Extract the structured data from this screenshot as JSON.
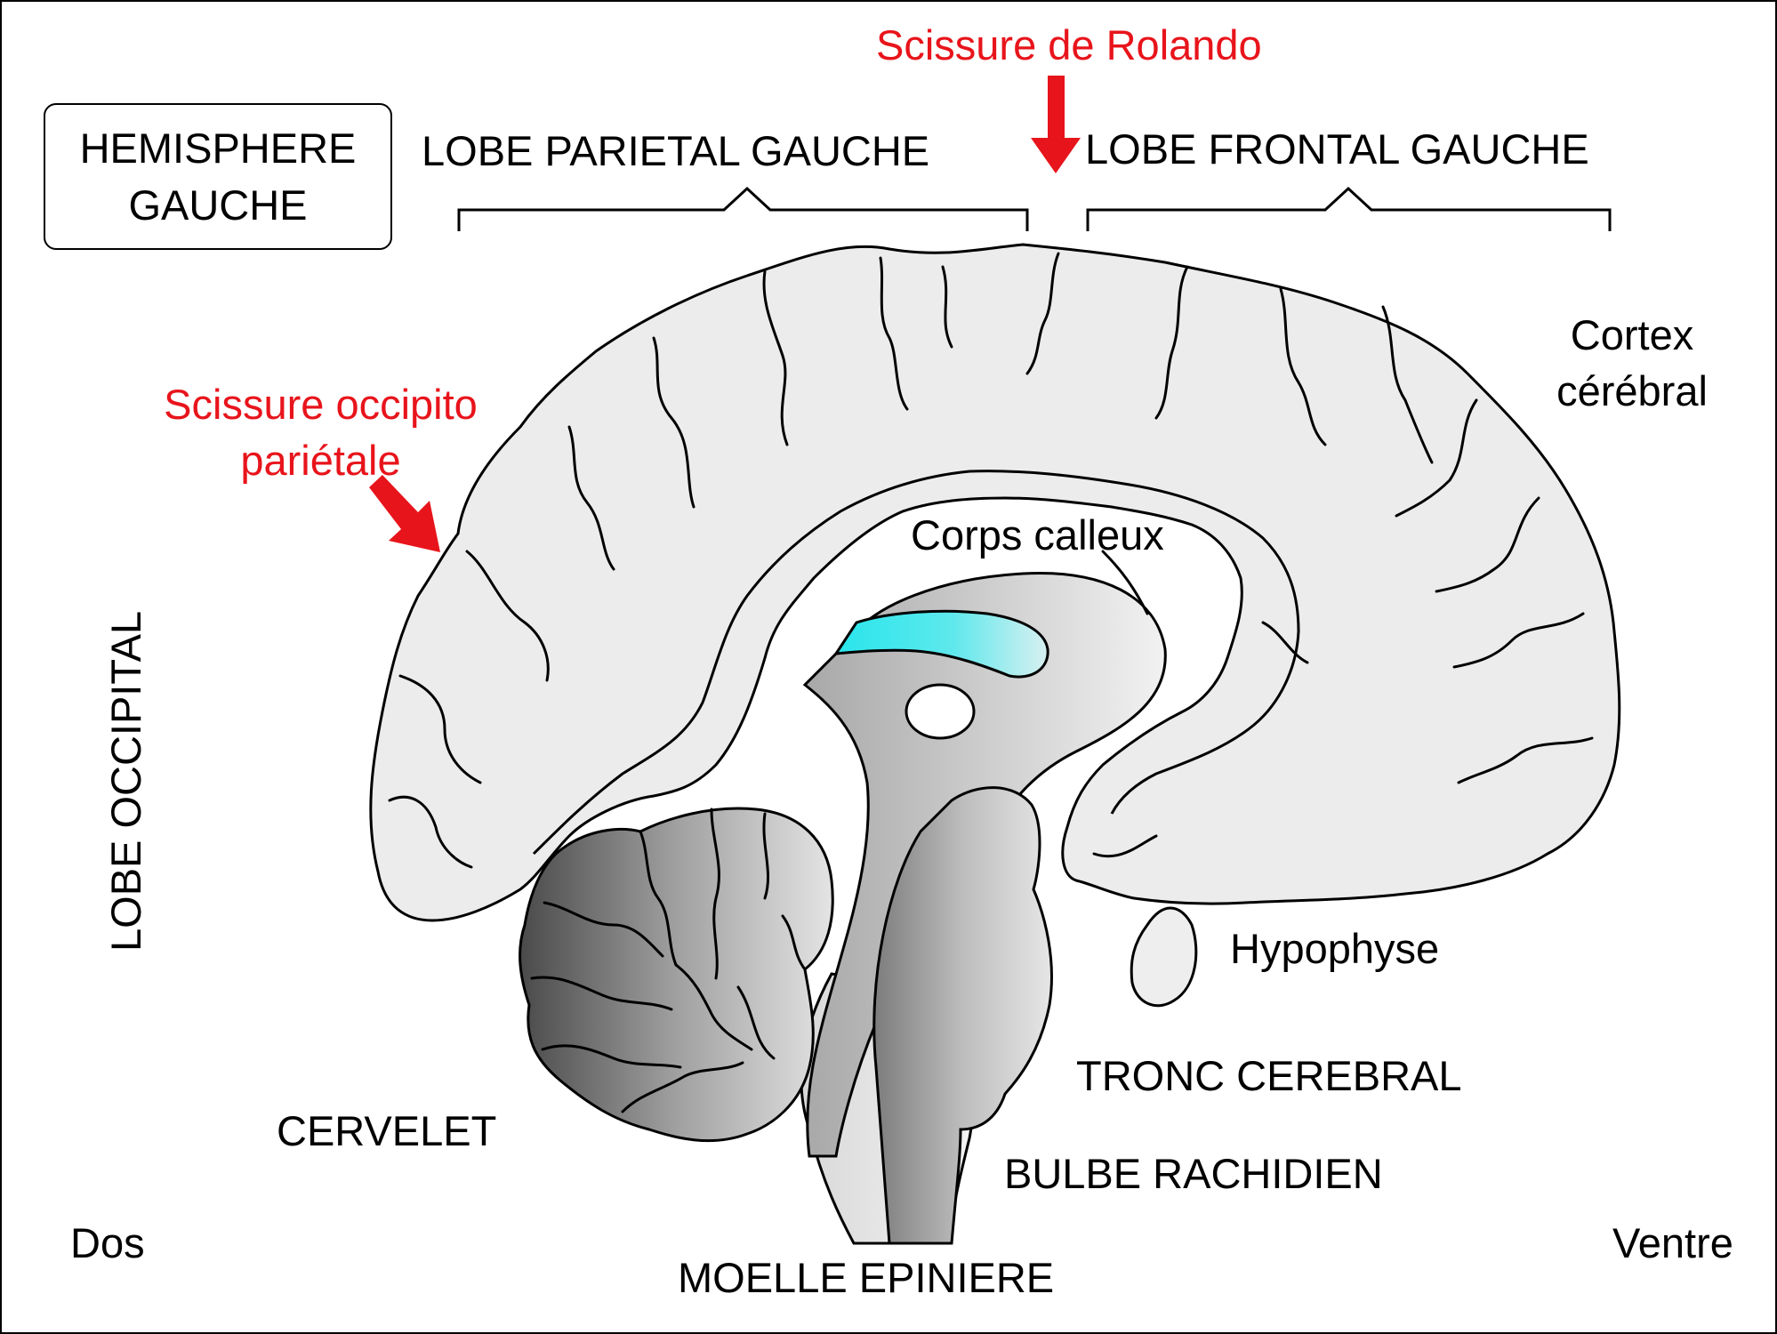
{
  "hemisphere": {
    "line1": "HEMISPHERE",
    "line2": "GAUCHE"
  },
  "lobes": {
    "parietal": "LOBE PARIETAL GAUCHE",
    "frontal": "LOBE FRONTAL GAUCHE",
    "occipital": "LOBE OCCIPITAL"
  },
  "fissures": {
    "rolando": "Scissure de Rolando",
    "occipito_line1": "Scissure occipito",
    "occipito_line2": "pariétale"
  },
  "structures": {
    "cortex_line1": "Cortex",
    "cortex_line2": "cérébral",
    "corps_calleux": "Corps calleux",
    "hypophyse": "Hypophyse",
    "tronc": "TRONC CEREBRAL",
    "bulbe": "BULBE RACHIDIEN",
    "cervelet": "CERVELET",
    "moelle": "MOELLE EPINIERE"
  },
  "orientation": {
    "dos": "Dos",
    "ventre": "Ventre"
  },
  "colors": {
    "cortex_fill": "#ececec",
    "outline": "#000000",
    "annotation_red": "#e8141b",
    "corpus_callosum": "#2ee8ec",
    "brainstem_dark": "#8a8a8a",
    "cerebellum_dark": "#555555"
  }
}
